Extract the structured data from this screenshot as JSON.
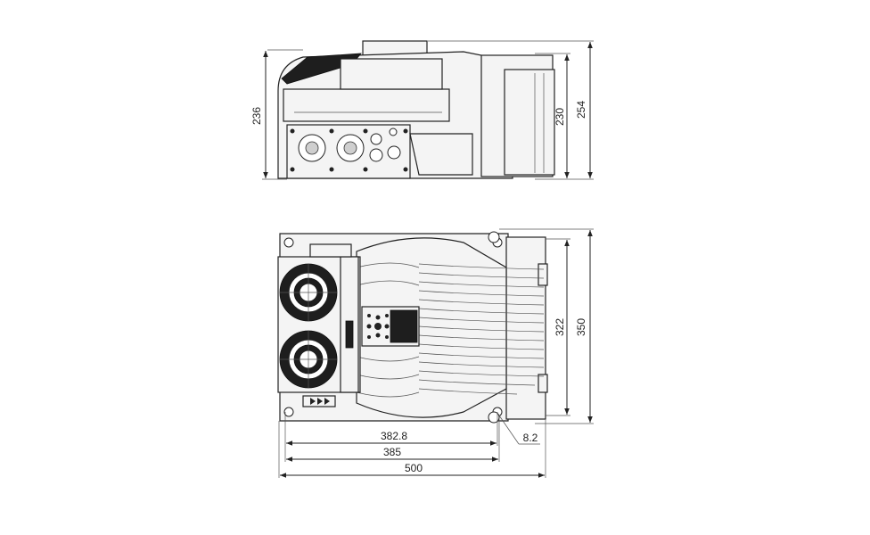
{
  "dimensions": {
    "side_height_left": "236",
    "side_height_inner": "230",
    "side_height_outer": "254",
    "top_height_inner": "322",
    "top_height_outer": "350",
    "width_382": "382.8",
    "width_385": "385",
    "width_500": "500",
    "hole_diameter": "8.2"
  },
  "colors": {
    "line": "#222222",
    "fill_light": "#f4f4f4",
    "fill_dark": "#1e1e1e",
    "background": "#ffffff"
  }
}
